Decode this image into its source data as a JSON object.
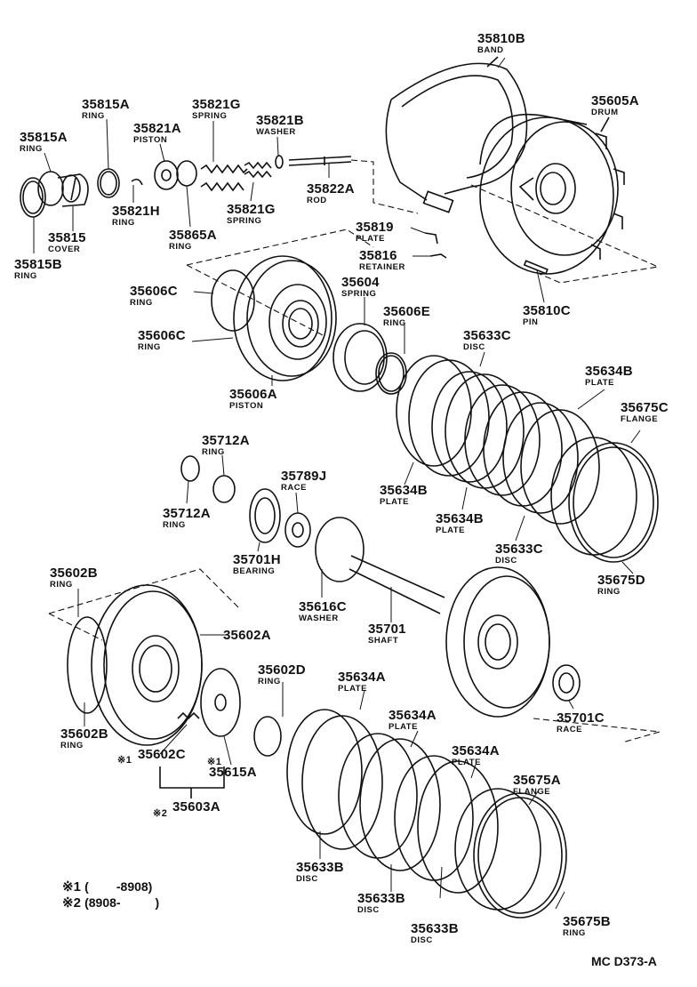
{
  "diagram_code": "MC D373-A",
  "footnotes": [
    {
      "mark": "※1",
      "range": "(        -8908)"
    },
    {
      "mark": "※2",
      "range": "(8908-          )"
    }
  ],
  "parts": [
    {
      "num": "35810B",
      "desc": "BAND"
    },
    {
      "num": "35605A",
      "desc": "DRUM"
    },
    {
      "num": "35815A",
      "desc": "RING"
    },
    {
      "num": "35821G",
      "desc": "SPRING"
    },
    {
      "num": "35821A",
      "desc": "PISTON"
    },
    {
      "num": "35821B",
      "desc": "WASHER"
    },
    {
      "num": "35815A",
      "desc": "RING"
    },
    {
      "num": "35822A",
      "desc": "ROD"
    },
    {
      "num": "35821H",
      "desc": "RING"
    },
    {
      "num": "35821G",
      "desc": "SPRING"
    },
    {
      "num": "35815",
      "desc": "COVER"
    },
    {
      "num": "35815B",
      "desc": "RING"
    },
    {
      "num": "35865A",
      "desc": "RING"
    },
    {
      "num": "35819",
      "desc": "PLATE"
    },
    {
      "num": "35816",
      "desc": "RETAINER"
    },
    {
      "num": "35606C",
      "desc": "RING"
    },
    {
      "num": "35604",
      "desc": "SPRING"
    },
    {
      "num": "35606E",
      "desc": "RING"
    },
    {
      "num": "35633C",
      "desc": "DISC"
    },
    {
      "num": "35606C",
      "desc": "RING"
    },
    {
      "num": "35810C",
      "desc": "PIN"
    },
    {
      "num": "35634B",
      "desc": "PLATE"
    },
    {
      "num": "35675C",
      "desc": "FLANGE"
    },
    {
      "num": "35606A",
      "desc": "PISTON"
    },
    {
      "num": "35712A",
      "desc": "RING"
    },
    {
      "num": "35789J",
      "desc": "RACE"
    },
    {
      "num": "35634B",
      "desc": "PLATE"
    },
    {
      "num": "35712A",
      "desc": "RING"
    },
    {
      "num": "35634B",
      "desc": "PLATE"
    },
    {
      "num": "35633C",
      "desc": "DISC"
    },
    {
      "num": "35701H",
      "desc": "BEARING"
    },
    {
      "num": "35675D",
      "desc": "RING"
    },
    {
      "num": "35602B",
      "desc": "RING"
    },
    {
      "num": "35616C",
      "desc": "WASHER"
    },
    {
      "num": "35701",
      "desc": "SHAFT"
    },
    {
      "num": "35602A",
      "desc": ""
    },
    {
      "num": "35602D",
      "desc": "RING"
    },
    {
      "num": "35634A",
      "desc": "PLATE"
    },
    {
      "num": "35701C",
      "desc": "RACE"
    },
    {
      "num": "35602B",
      "desc": "RING"
    },
    {
      "num": "35634A",
      "desc": "PLATE"
    },
    {
      "num": "35602C",
      "desc": ""
    },
    {
      "num": "35634A",
      "desc": "PLATE"
    },
    {
      "num": "35615A",
      "desc": ""
    },
    {
      "num": "35675A",
      "desc": "FLANGE"
    },
    {
      "num": "35603A",
      "desc": ""
    },
    {
      "num": "35633B",
      "desc": "DISC"
    },
    {
      "num": "35633B",
      "desc": "DISC"
    },
    {
      "num": "35633B",
      "desc": "DISC"
    },
    {
      "num": "35675B",
      "desc": "RING"
    }
  ],
  "marks": {
    "m1a": "※1",
    "m1b": "※1",
    "m2": "※2"
  }
}
